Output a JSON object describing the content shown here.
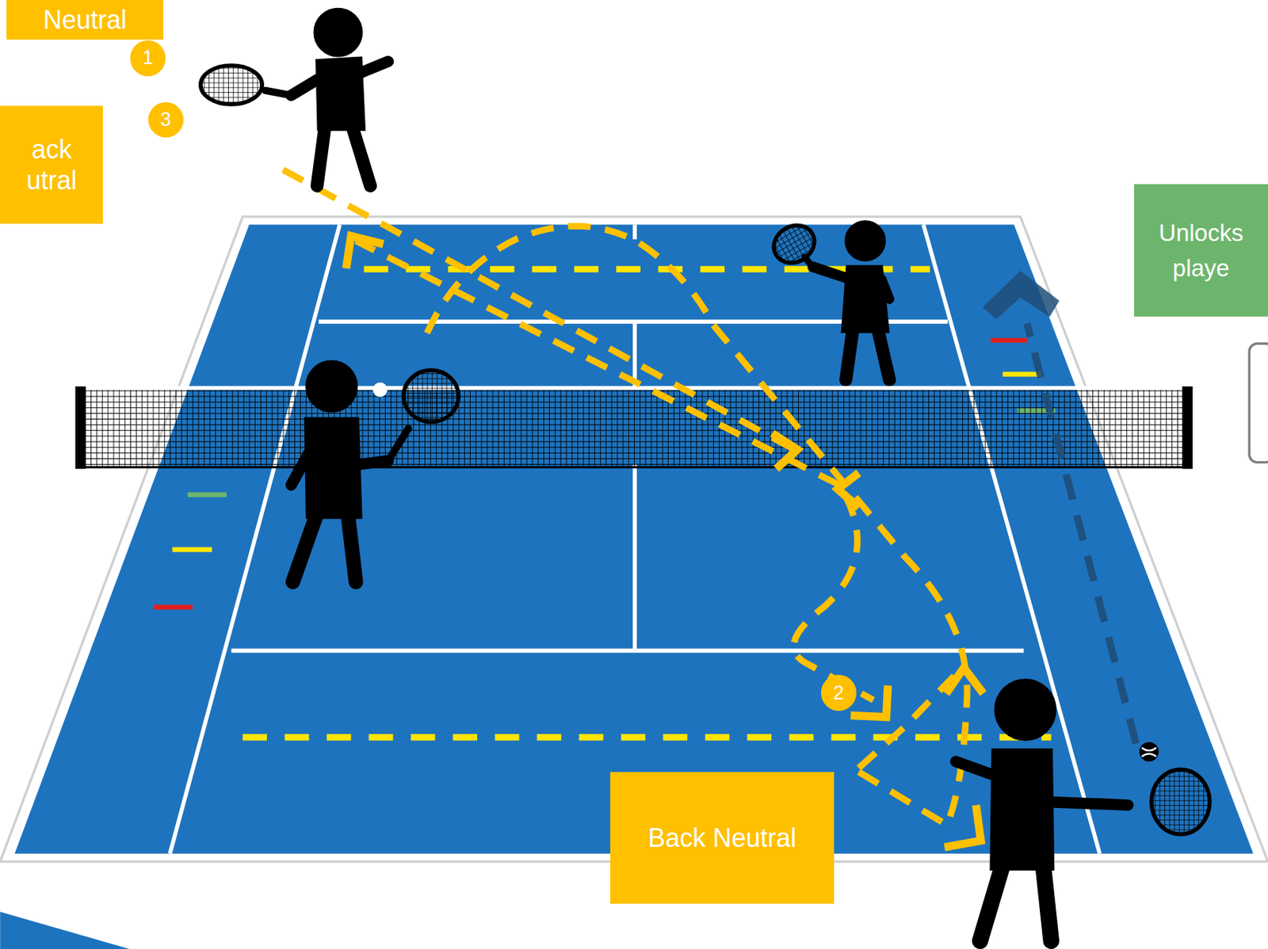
{
  "diagram": {
    "nodes": [
      {
        "text": [
          "Neutral"
        ]
      },
      {
        "text": [
          "1"
        ]
      },
      {
        "text": [
          "3"
        ]
      },
      {
        "text": [
          "ack utral"
        ]
      },
      {
        "text": [
          "Unlocks playe"
        ]
      },
      {
        "text": [
          "2"
        ]
      },
      {
        "text": [
          "Back Neutral"
        ]
      }
    ]
  }
}
